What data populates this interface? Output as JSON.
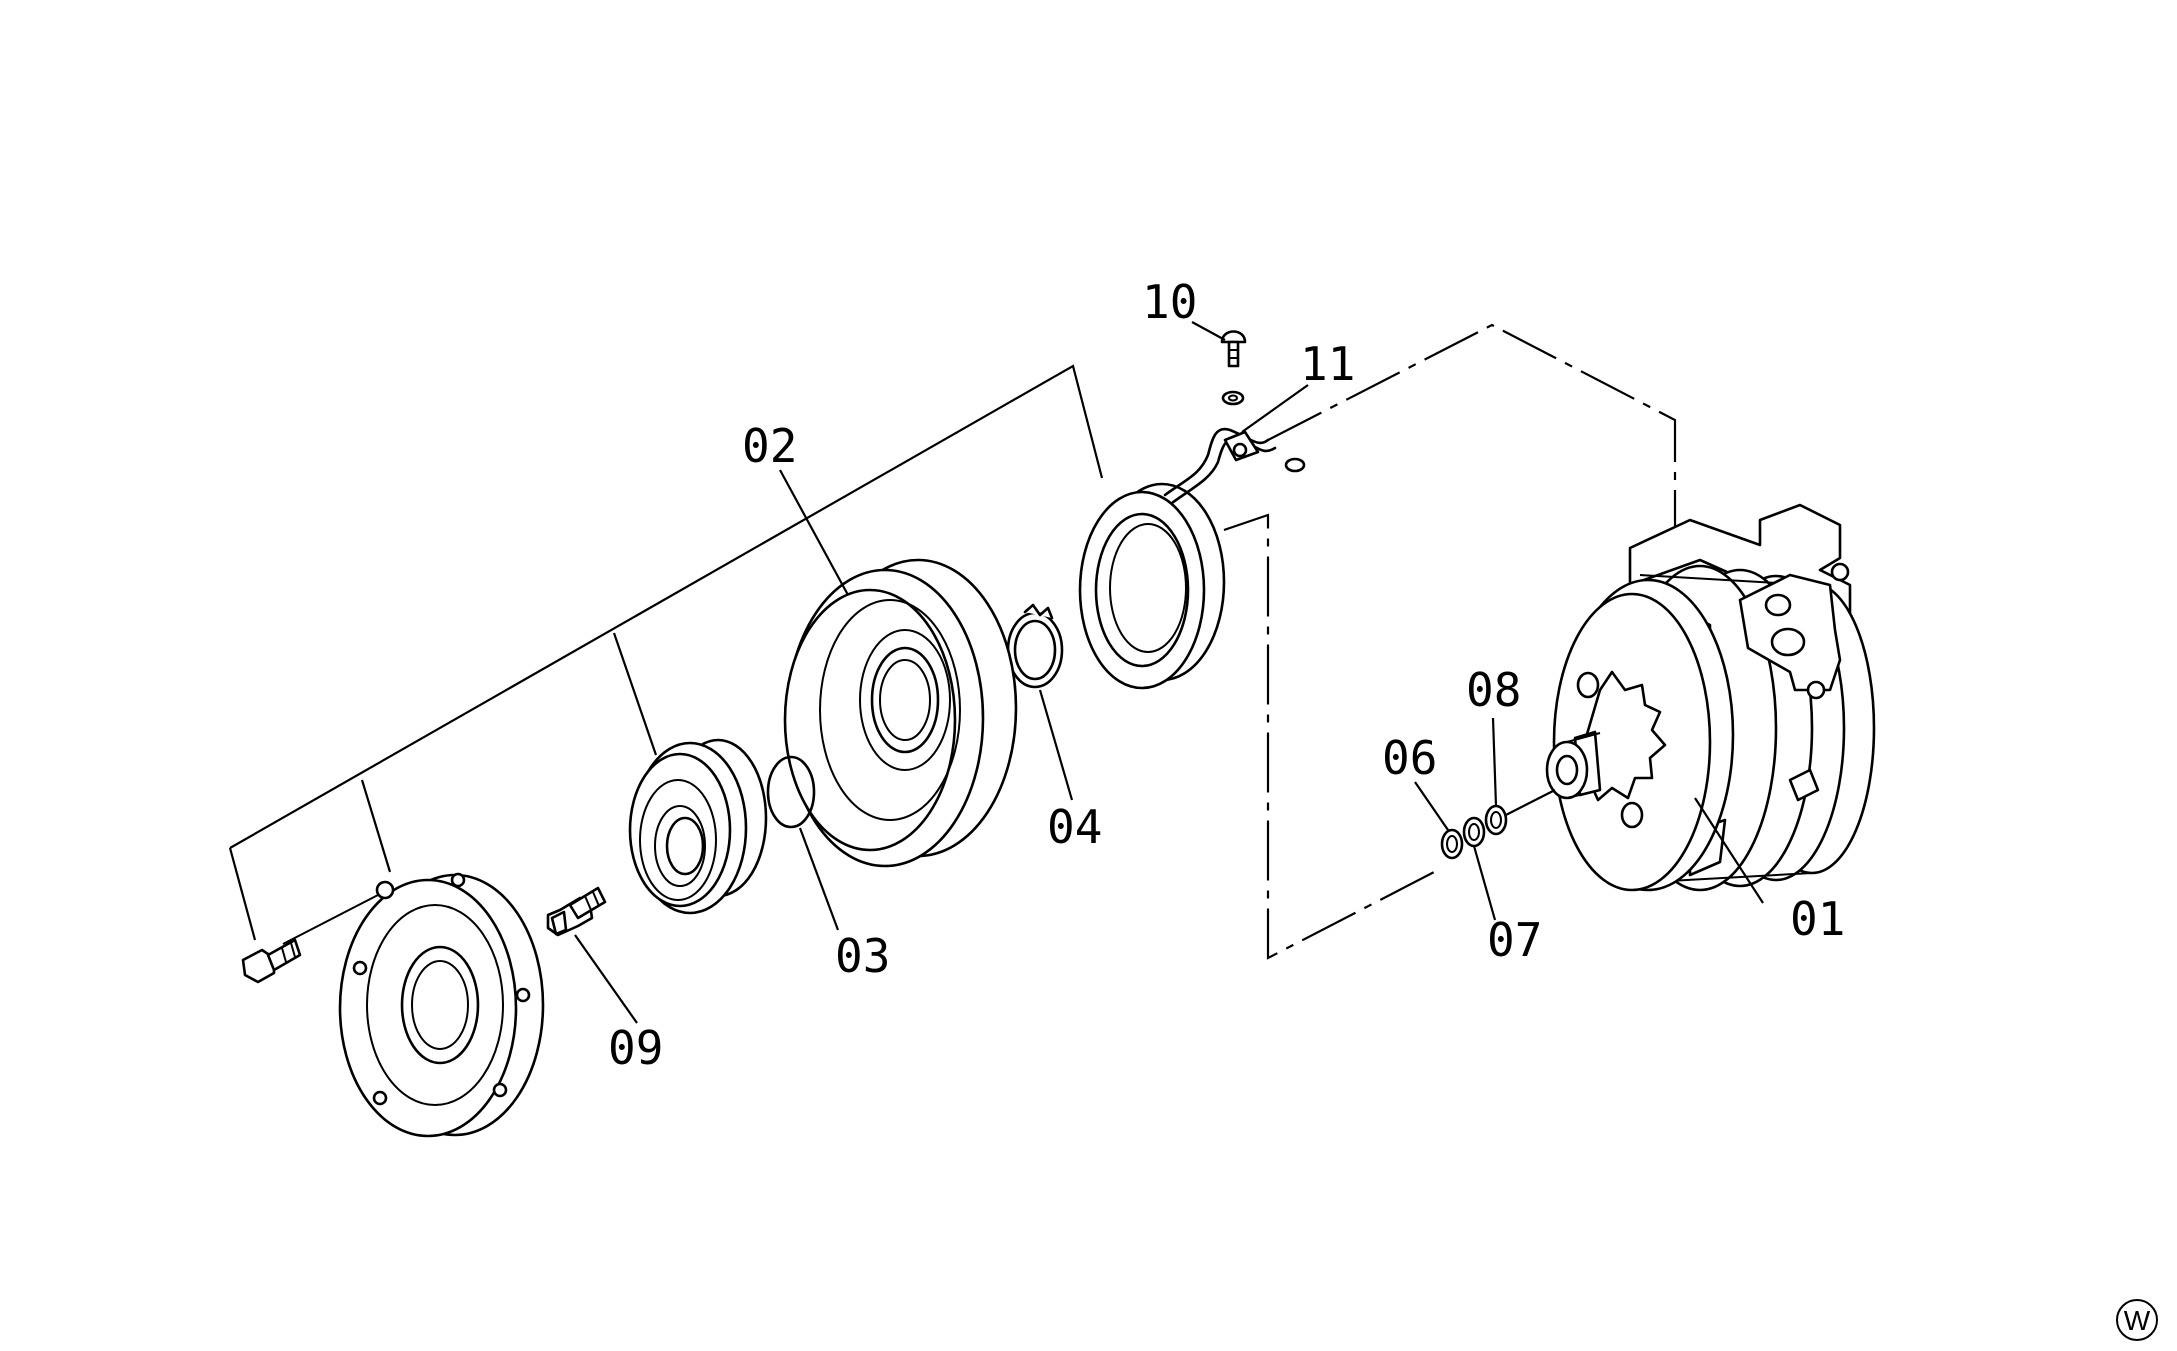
{
  "callouts": {
    "c01": "01",
    "c02": "02",
    "c03": "03",
    "c04": "04",
    "c06": "06",
    "c07": "07",
    "c08": "08",
    "c09": "09",
    "c10": "10",
    "c11": "11"
  },
  "corner_mark": "W"
}
